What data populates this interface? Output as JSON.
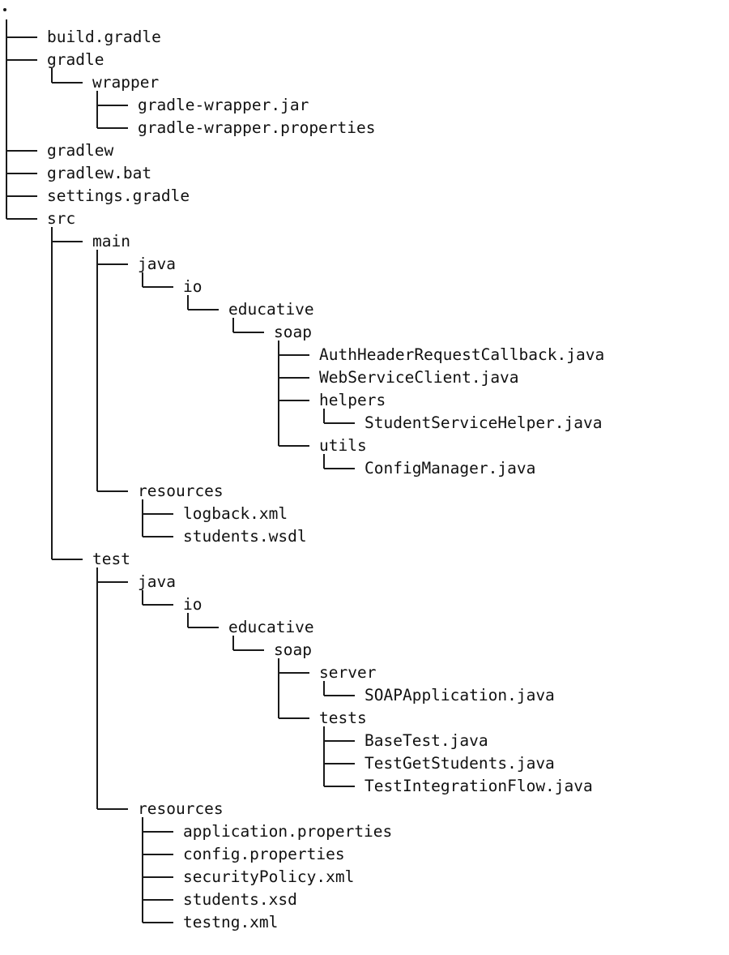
{
  "root_label": ".",
  "nodes": [
    {
      "name": "build.gradle",
      "depth": 0
    },
    {
      "name": "gradle",
      "depth": 0
    },
    {
      "name": "wrapper",
      "depth": 1
    },
    {
      "name": "gradle-wrapper.jar",
      "depth": 2
    },
    {
      "name": "gradle-wrapper.properties",
      "depth": 2
    },
    {
      "name": "gradlew",
      "depth": 0
    },
    {
      "name": "gradlew.bat",
      "depth": 0
    },
    {
      "name": "settings.gradle",
      "depth": 0
    },
    {
      "name": "src",
      "depth": 0
    },
    {
      "name": "main",
      "depth": 1
    },
    {
      "name": "java",
      "depth": 2
    },
    {
      "name": "io",
      "depth": 3
    },
    {
      "name": "educative",
      "depth": 4
    },
    {
      "name": "soap",
      "depth": 5
    },
    {
      "name": "AuthHeaderRequestCallback.java",
      "depth": 6
    },
    {
      "name": "WebServiceClient.java",
      "depth": 6
    },
    {
      "name": "helpers",
      "depth": 6
    },
    {
      "name": "StudentServiceHelper.java",
      "depth": 7
    },
    {
      "name": "utils",
      "depth": 6
    },
    {
      "name": "ConfigManager.java",
      "depth": 7
    },
    {
      "name": "resources",
      "depth": 2
    },
    {
      "name": "logback.xml",
      "depth": 3
    },
    {
      "name": "students.wsdl",
      "depth": 3
    },
    {
      "name": "test",
      "depth": 1
    },
    {
      "name": "java",
      "depth": 2
    },
    {
      "name": "io",
      "depth": 3
    },
    {
      "name": "educative",
      "depth": 4
    },
    {
      "name": "soap",
      "depth": 5
    },
    {
      "name": "server",
      "depth": 6
    },
    {
      "name": "SOAPApplication.java",
      "depth": 7
    },
    {
      "name": "tests",
      "depth": 6
    },
    {
      "name": "BaseTest.java",
      "depth": 7
    },
    {
      "name": "TestGetStudents.java",
      "depth": 7
    },
    {
      "name": "TestIntegrationFlow.java",
      "depth": 7
    },
    {
      "name": "resources",
      "depth": 2
    },
    {
      "name": "application.properties",
      "depth": 3
    },
    {
      "name": "config.properties",
      "depth": 3
    },
    {
      "name": "securityPolicy.xml",
      "depth": 3
    },
    {
      "name": "students.xsd",
      "depth": 3
    },
    {
      "name": "testng.xml",
      "depth": 3
    }
  ]
}
